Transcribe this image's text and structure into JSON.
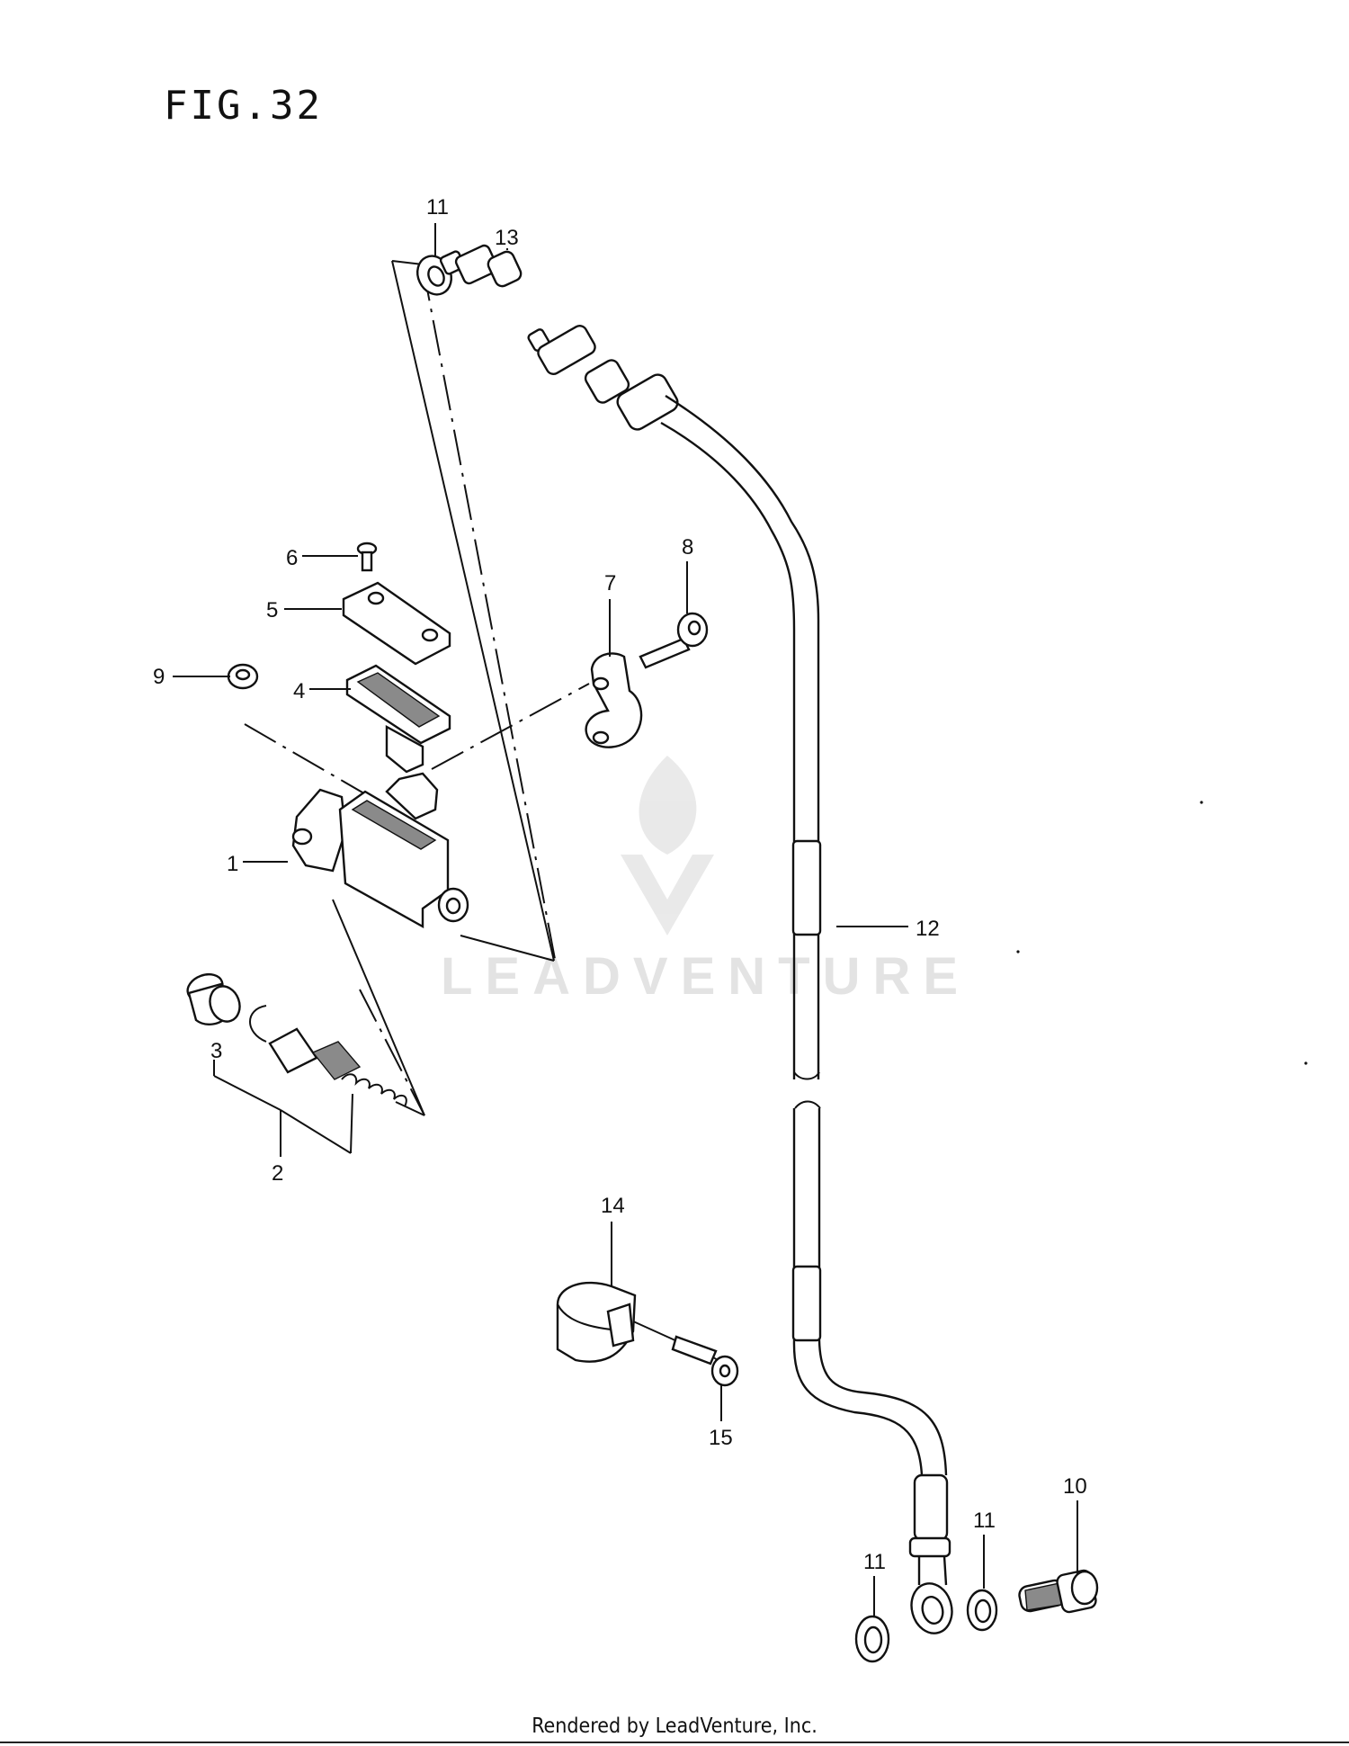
{
  "figure": {
    "title": "FIG.32"
  },
  "watermark": {
    "text": "LEADVENTURE"
  },
  "footer": {
    "text": "Rendered by LeadVenture, Inc."
  },
  "callouts": [
    {
      "id": "c11a",
      "label": "11"
    },
    {
      "id": "c13",
      "label": "13"
    },
    {
      "id": "c6",
      "label": "6"
    },
    {
      "id": "c5",
      "label": "5"
    },
    {
      "id": "c9",
      "label": "9"
    },
    {
      "id": "c4",
      "label": "4"
    },
    {
      "id": "c7",
      "label": "7"
    },
    {
      "id": "c8",
      "label": "8"
    },
    {
      "id": "c1",
      "label": "1"
    },
    {
      "id": "c3",
      "label": "3"
    },
    {
      "id": "c2",
      "label": "2"
    },
    {
      "id": "c12",
      "label": "12"
    },
    {
      "id": "c14",
      "label": "14"
    },
    {
      "id": "c15",
      "label": "15"
    },
    {
      "id": "c10",
      "label": "10"
    },
    {
      "id": "c11b",
      "label": "11"
    },
    {
      "id": "c11c",
      "label": "11"
    }
  ]
}
